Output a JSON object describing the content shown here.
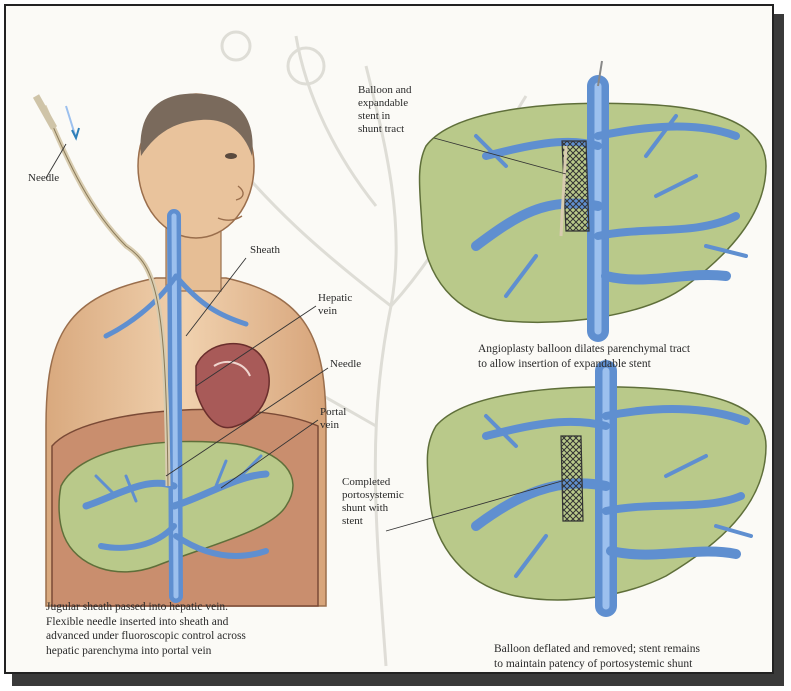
{
  "labels": {
    "needle_top": "Needle",
    "sheath": "Sheath",
    "hepatic_vein": "Hepatic\nvein",
    "needle_mid": "Needle",
    "portal_vein": "Portal\nvein",
    "balloon_stent": "Balloon and\nexpandable\nstent in\nshunt tract",
    "completed_shunt": "Completed\nportosystemic\nshunt with\nstent"
  },
  "captions": {
    "left": "Jugular sheath passed into hepatic vein.\nFlexible needle inserted into sheath and\nadvanced under fluoroscopic control across\nhepatic parenchyma into portal vein",
    "top_right": "Angioplasty balloon dilates parenchymal tract\nto allow insertion of expandable stent",
    "bottom_right": "Balloon deflated and removed; stent remains\nto maintain patency of portosystemic shunt"
  },
  "colors": {
    "liver": "#b9c98a",
    "liver_edge": "#5f6f3a",
    "vein": "#5f8fd0",
    "vein_light": "#9cc0ee",
    "skin": "#e8c39c",
    "cavity": "#c98e6e",
    "heart": "#a85a58"
  }
}
